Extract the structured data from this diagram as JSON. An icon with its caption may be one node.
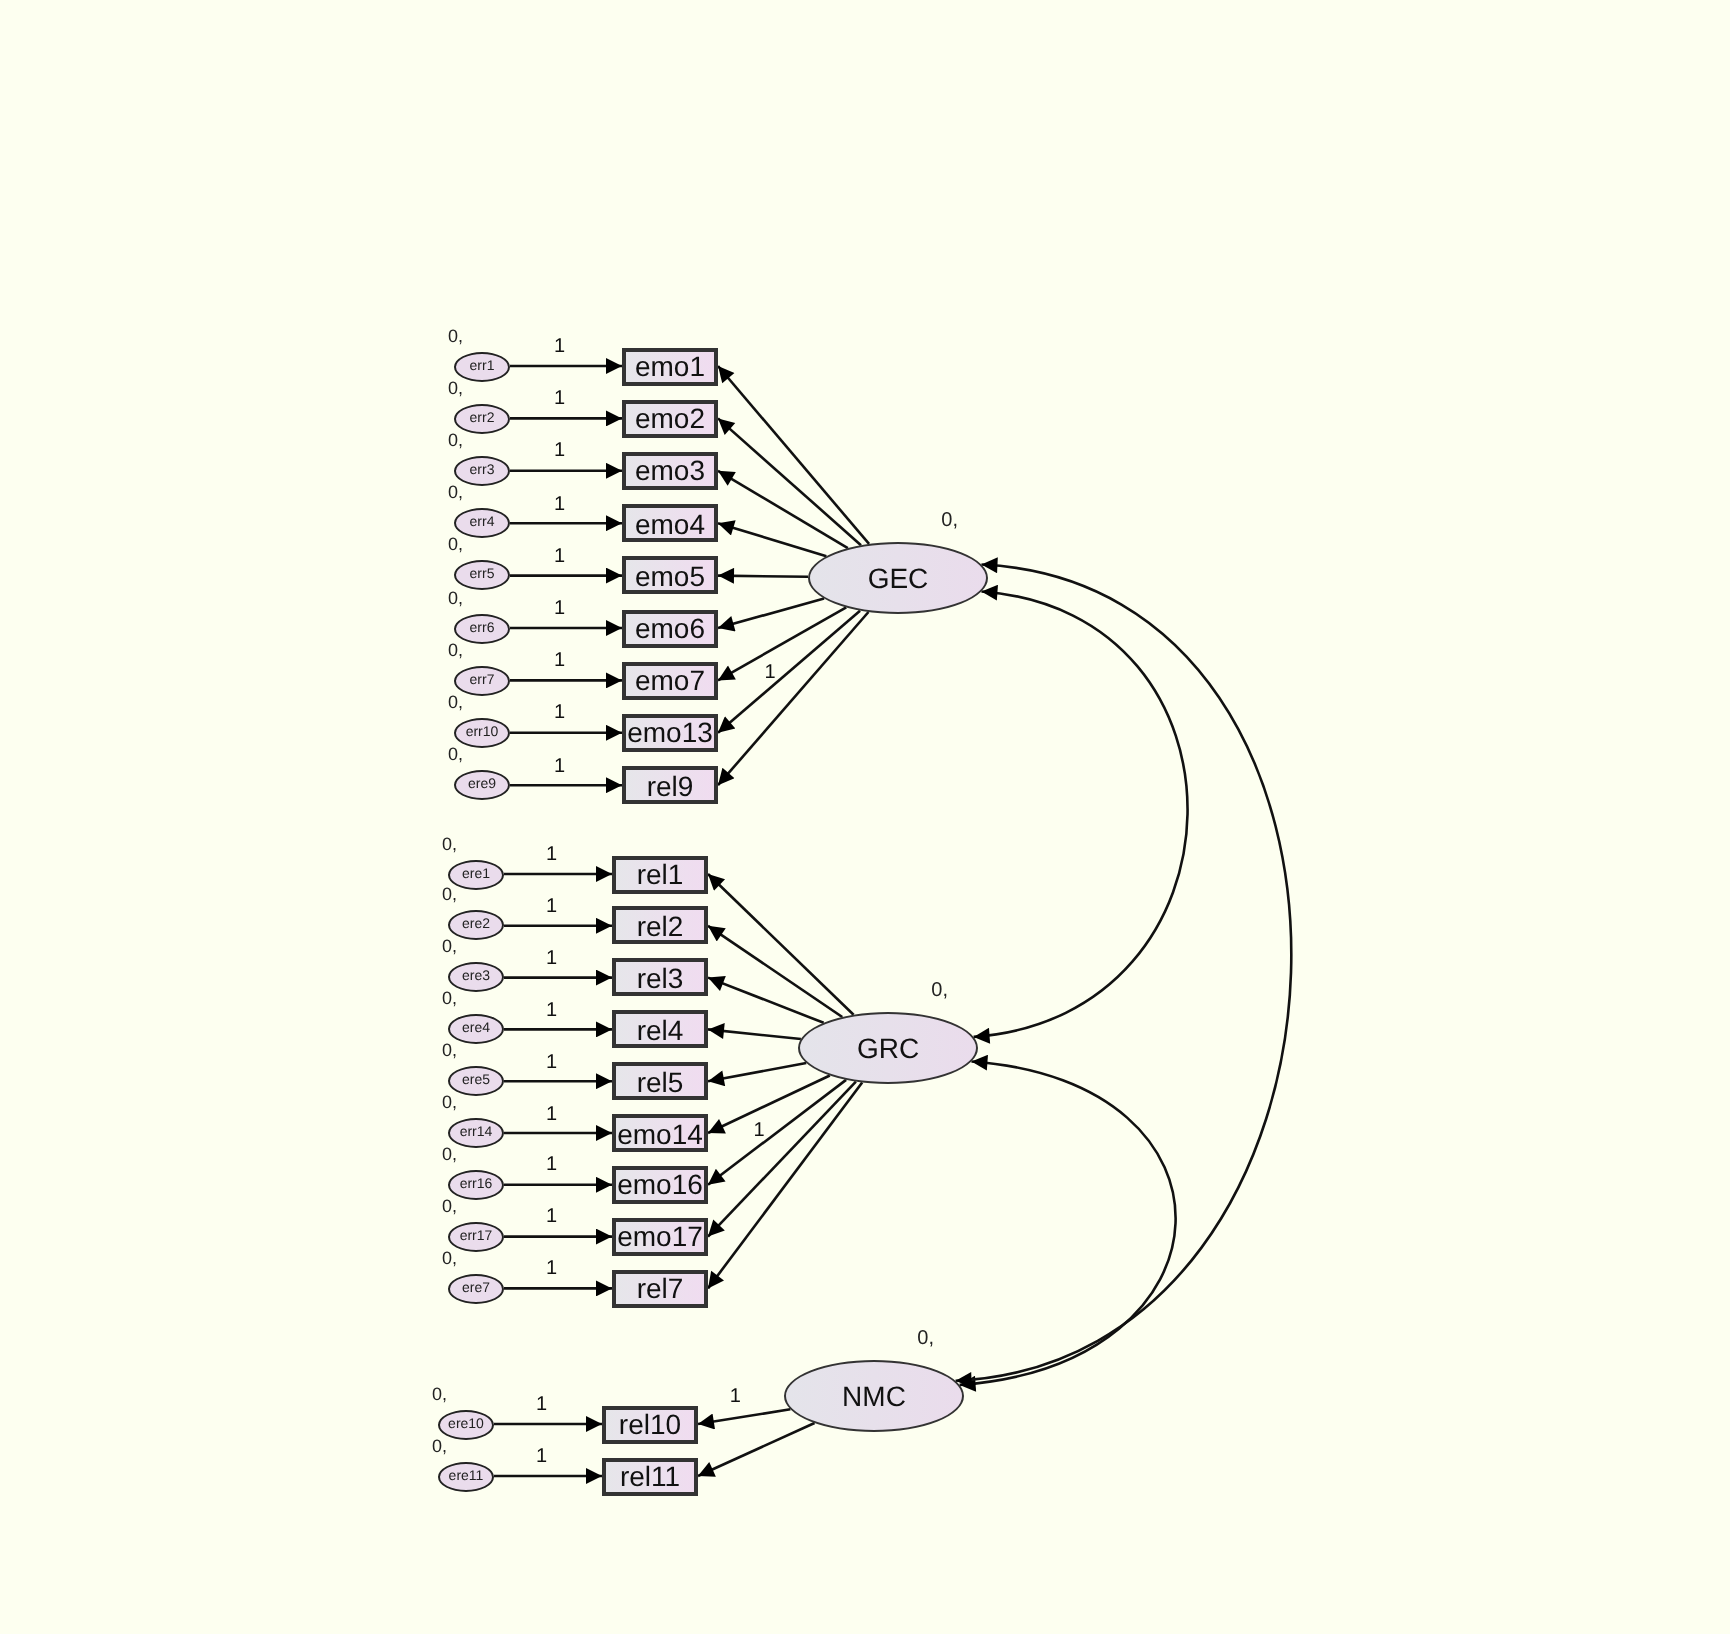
{
  "diagram": {
    "nodes": [
      {
        "text": [
          "err1"
        ],
        "beside": [
          "0,"
        ]
      },
      {
        "text": [
          "emo1"
        ]
      },
      {
        "text": [
          "err2"
        ],
        "beside": [
          "0,"
        ]
      },
      {
        "text": [
          "emo2"
        ]
      },
      {
        "text": [
          "err3"
        ],
        "beside": [
          "0,"
        ]
      },
      {
        "text": [
          "emo3"
        ]
      },
      {
        "text": [
          "err4"
        ],
        "beside": [
          "0,"
        ]
      },
      {
        "text": [
          "emo4"
        ]
      },
      {
        "text": [
          "err5"
        ],
        "beside": [
          "0,"
        ]
      },
      {
        "text": [
          "emo5"
        ]
      },
      {
        "text": [
          "err6"
        ],
        "beside": [
          "0,"
        ]
      },
      {
        "text": [
          "emo6"
        ]
      },
      {
        "text": [
          "err7"
        ],
        "beside": [
          "0,"
        ]
      },
      {
        "text": [
          "emo7"
        ]
      },
      {
        "text": [
          "err10"
        ],
        "beside": [
          "0,"
        ]
      },
      {
        "text": [
          "emo13"
        ]
      },
      {
        "text": [
          "ere9"
        ],
        "beside": [
          "0,"
        ]
      },
      {
        "text": [
          "rel9"
        ]
      },
      {
        "text": [
          "GEC"
        ],
        "beside": [
          "0,"
        ]
      },
      {
        "text": [
          "ere1"
        ],
        "beside": [
          "0,"
        ]
      },
      {
        "text": [
          "rel1"
        ]
      },
      {
        "text": [
          "ere2"
        ],
        "beside": [
          "0,"
        ]
      },
      {
        "text": [
          "rel2"
        ]
      },
      {
        "text": [
          "ere3"
        ],
        "beside": [
          "0,"
        ]
      },
      {
        "text": [
          "rel3"
        ]
      },
      {
        "text": [
          "ere4"
        ],
        "beside": [
          "0,"
        ]
      },
      {
        "text": [
          "rel4"
        ]
      },
      {
        "text": [
          "ere5"
        ],
        "beside": [
          "0,"
        ]
      },
      {
        "text": [
          "rel5"
        ]
      },
      {
        "text": [
          "err14"
        ],
        "beside": [
          "0,"
        ]
      },
      {
        "text": [
          "emo14"
        ]
      },
      {
        "text": [
          "err16"
        ],
        "beside": [
          "0,"
        ]
      },
      {
        "text": [
          "emo16"
        ]
      },
      {
        "text": [
          "err17"
        ],
        "beside": [
          "0,"
        ]
      },
      {
        "text": [
          "emo17"
        ]
      },
      {
        "text": [
          "ere7"
        ],
        "beside": [
          "0,"
        ]
      },
      {
        "text": [
          "rel7"
        ]
      },
      {
        "text": [
          "GRC"
        ],
        "beside": [
          "0,"
        ]
      },
      {
        "text": [
          "ere10"
        ],
        "beside": [
          "0,"
        ]
      },
      {
        "text": [
          "rel10"
        ]
      },
      {
        "text": [
          "ere11"
        ],
        "beside": [
          "0,"
        ]
      },
      {
        "text": [
          "rel11"
        ]
      },
      {
        "text": [
          "NMC"
        ],
        "beside": [
          "0,"
        ]
      }
    ],
    "edges": [
      {
        "from": 0,
        "to": 1,
        "arrow": "to",
        "label": "1"
      },
      {
        "from": 2,
        "to": 3,
        "arrow": "to",
        "label": "1"
      },
      {
        "from": 4,
        "to": 5,
        "arrow": "to",
        "label": "1"
      },
      {
        "from": 6,
        "to": 7,
        "arrow": "to",
        "label": "1"
      },
      {
        "from": 8,
        "to": 9,
        "arrow": "to",
        "label": "1"
      },
      {
        "from": 10,
        "to": 11,
        "arrow": "to",
        "label": "1"
      },
      {
        "from": 12,
        "to": 13,
        "arrow": "to",
        "label": "1"
      },
      {
        "from": 14,
        "to": 15,
        "arrow": "to",
        "label": "1"
      },
      {
        "from": 16,
        "to": 17,
        "arrow": "to",
        "label": "1"
      },
      {
        "from": 18,
        "to": 1,
        "arrow": "to"
      },
      {
        "from": 18,
        "to": 3,
        "arrow": "to"
      },
      {
        "from": 18,
        "to": 5,
        "arrow": "to"
      },
      {
        "from": 18,
        "to": 7,
        "arrow": "to"
      },
      {
        "from": 18,
        "to": 9,
        "arrow": "to"
      },
      {
        "from": 18,
        "to": 11,
        "arrow": "to"
      },
      {
        "from": 18,
        "to": 13,
        "arrow": "to"
      },
      {
        "from": 18,
        "to": 15,
        "arrow": "to",
        "label": "1"
      },
      {
        "from": 18,
        "to": 17,
        "arrow": "to"
      },
      {
        "from": 19,
        "to": 20,
        "arrow": "to",
        "label": "1"
      },
      {
        "from": 21,
        "to": 22,
        "arrow": "to",
        "label": "1"
      },
      {
        "from": 23,
        "to": 24,
        "arrow": "to",
        "label": "1"
      },
      {
        "from": 25,
        "to": 26,
        "arrow": "to",
        "label": "1"
      },
      {
        "from": 27,
        "to": 28,
        "arrow": "to",
        "label": "1"
      },
      {
        "from": 29,
        "to": 30,
        "arrow": "to",
        "label": "1"
      },
      {
        "from": 31,
        "to": 32,
        "arrow": "to",
        "label": "1"
      },
      {
        "from": 33,
        "to": 34,
        "arrow": "to",
        "label": "1"
      },
      {
        "from": 35,
        "to": 36,
        "arrow": "to",
        "label": "1"
      },
      {
        "from": 37,
        "to": 20,
        "arrow": "to"
      },
      {
        "from": 37,
        "to": 22,
        "arrow": "to"
      },
      {
        "from": 37,
        "to": 24,
        "arrow": "to"
      },
      {
        "from": 37,
        "to": 26,
        "arrow": "to"
      },
      {
        "from": 37,
        "to": 28,
        "arrow": "to"
      },
      {
        "from": 37,
        "to": 30,
        "arrow": "to"
      },
      {
        "from": 37,
        "to": 32,
        "arrow": "to",
        "label": "1"
      },
      {
        "from": 37,
        "to": 34,
        "arrow": "to"
      },
      {
        "from": 37,
        "to": 36,
        "arrow": "to"
      },
      {
        "from": 38,
        "to": 39,
        "arrow": "to",
        "label": "1"
      },
      {
        "from": 40,
        "to": 41,
        "arrow": "to",
        "label": "1"
      },
      {
        "from": 42,
        "to": 39,
        "arrow": "to",
        "label": "1"
      },
      {
        "from": 42,
        "to": 41,
        "arrow": "to"
      },
      {
        "from": 18,
        "to": 37,
        "arrow": "both"
      },
      {
        "from": 37,
        "to": 42,
        "arrow": "both"
      },
      {
        "from": 18,
        "to": 42,
        "arrow": "both"
      }
    ]
  }
}
